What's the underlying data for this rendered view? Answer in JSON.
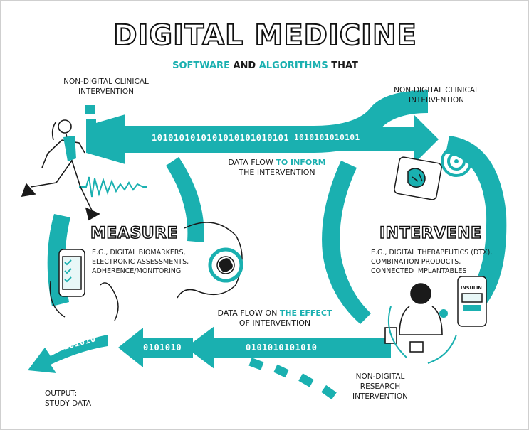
{
  "title": "DIGITAL MEDICINE",
  "subtitle": {
    "w1": "SOFTWARE",
    "w2": "AND",
    "w3": "ALGORITHMS",
    "w4": "THAT"
  },
  "labels": {
    "nondigital_top_left": [
      "NON-DIGITAL CLINICAL",
      "INTERVENTION"
    ],
    "nondigital_top_right": [
      "NON-DIGITAL CLINICAL",
      "INTERVENTION"
    ],
    "nondigital_bottom": [
      "NON-DIGITAL",
      "RESEARCH",
      "INTERVENTION"
    ],
    "output": [
      "OUTPUT:",
      "STUDY DATA"
    ]
  },
  "data_flow_top": {
    "pre": "DATA FLOW",
    "hl": "TO INFORM",
    "post": "THE INTERVENTION"
  },
  "data_flow_bottom": {
    "pre": "DATA FLOW ON",
    "hl": "THE EFFECT",
    "post": "OF INTERVENTION"
  },
  "measure": {
    "heading": "MEASURE",
    "lines": [
      "E.G., DIGITAL BIOMARKERS,",
      "ELECTRONIC ASSESSMENTS,",
      "ADHERENCE/MONITORING"
    ]
  },
  "intervene": {
    "heading": "INTERVENE",
    "lines": [
      "E.G., DIGITAL THERAPEUTICS (DTX),",
      "COMBINATION PRODUCTS,",
      "CONNECTED IMPLANTABLES"
    ]
  },
  "binary": {
    "top_upper": "10101010101",
    "top_main": "1010101010101010101010101",
    "top_right": "1010101010101",
    "bottom_mid": "0101010101010",
    "bottom_left": "0101010",
    "output": "0101010"
  },
  "insulin_label": "INSULIN",
  "colors": {
    "teal": "#1ab0b0",
    "ink": "#1a1a1a"
  }
}
